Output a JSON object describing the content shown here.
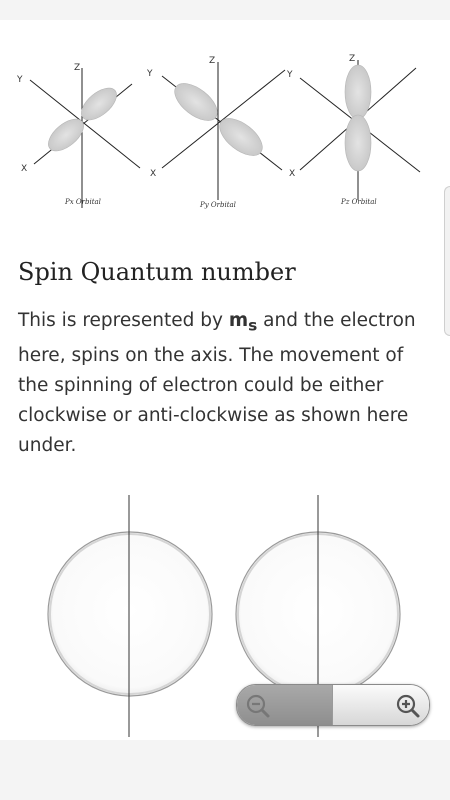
{
  "orbitals": {
    "axis_labels": {
      "x": "X",
      "y": "Y",
      "z": "Z"
    },
    "captions": {
      "px": "Px Orbital",
      "py": "Py Orbital",
      "pz": "Pz Orbital"
    }
  },
  "section": {
    "title": "Spin Quantum number",
    "body_before": "This is represented by ",
    "symbol": "m",
    "symbol_sub": "s",
    "body_after": " and the electron here, spins on the axis. The movement of the spinning of electron could be either clockwise or anti-clockwise as shown here under."
  },
  "zoom": {
    "out_icon": "zoom-out-icon",
    "in_icon": "zoom-in-icon"
  },
  "colors": {
    "orbital_fill": "#cfcfcf",
    "text": "#333333"
  }
}
